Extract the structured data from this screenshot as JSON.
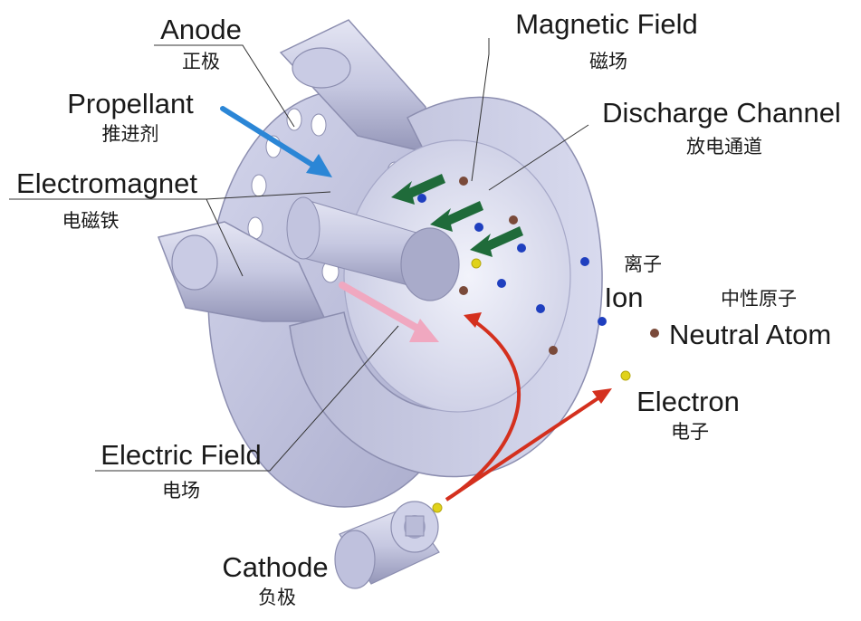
{
  "labels": {
    "anode": {
      "en": "Anode",
      "zh": "正极"
    },
    "propellant": {
      "en": "Propellant",
      "zh": "推进剂"
    },
    "electromagnet": {
      "en": "Electromagnet",
      "zh": "电磁铁"
    },
    "magnetic_field": {
      "en": "Magnetic Field",
      "zh": "磁场"
    },
    "discharge_channel": {
      "en": "Discharge Channel",
      "zh": "放电通道"
    },
    "ion": {
      "en": "Ion",
      "zh": "离子"
    },
    "neutral_atom": {
      "en": "Neutral Atom",
      "zh": "中性原子"
    },
    "electron": {
      "en": "Electron",
      "zh": "电子"
    },
    "electric_field": {
      "en": "Electric Field",
      "zh": "电场"
    },
    "cathode": {
      "en": "Cathode",
      "zh": "负极"
    }
  },
  "colors": {
    "body": "#c4c6e0",
    "body_dark": "#9a9cbf",
    "propellant_arrow": "#2b86d6",
    "magnetic_arrow": "#1f6b3a",
    "electric_arrow": "#f0a8c0",
    "electron_path": "#d4301e",
    "ion": "#1f3fbf",
    "neutral_atom": "#7a4a3a",
    "electron": "#e0d21a"
  },
  "icons": [
    "thruster-body-icon",
    "cathode-cylinder-icon"
  ]
}
